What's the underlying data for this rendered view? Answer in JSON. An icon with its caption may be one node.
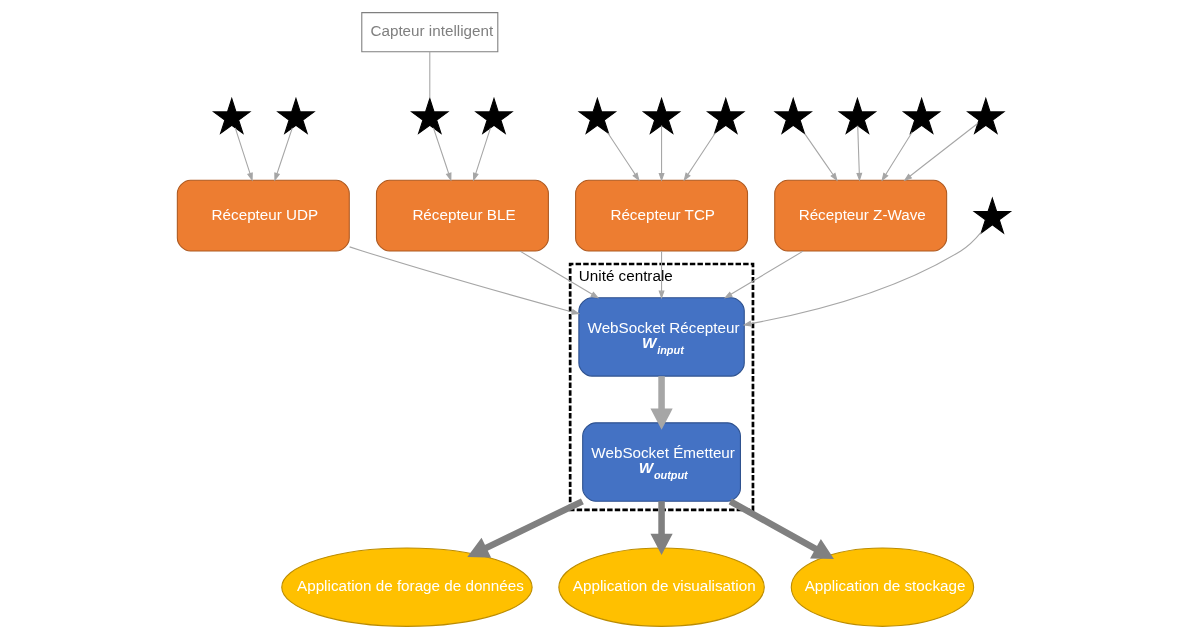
{
  "diagram": {
    "nodes": [
      {
        "text": [
          "Unité centrale"
        ]
      },
      {
        "text": [
          "WebSocket Récepteur",
          "W$_{input}$"
        ],
        "in": 0
      },
      {
        "text": [
          "WebSocket Émetteur",
          "W$_{output}$"
        ],
        "in": 0
      },
      {
        "text": [
          "Récepteur UDP"
        ]
      },
      {
        "text": [
          "Récepteur BLE"
        ]
      },
      {
        "text": [
          "Récepteur TCP"
        ]
      },
      {
        "text": [
          "Récepteur Z-Wave"
        ]
      },
      {
        "text": [
          "Capteur intelligent"
        ]
      },
      {
        "text": [],
        "shape": "star"
      },
      {
        "text": [],
        "shape": "star"
      },
      {
        "text": [],
        "shape": "star"
      },
      {
        "text": [],
        "shape": "star"
      },
      {
        "text": [],
        "shape": "star"
      },
      {
        "text": [],
        "shape": "star"
      },
      {
        "text": [],
        "shape": "star"
      },
      {
        "text": [],
        "shape": "star"
      },
      {
        "text": [],
        "shape": "star"
      },
      {
        "text": [],
        "shape": "star"
      },
      {
        "text": [],
        "shape": "star"
      },
      {
        "text": [],
        "shape": "star"
      },
      {
        "text": [
          "Application de forage de données"
        ]
      },
      {
        "text": [
          "Application de visualisation"
        ]
      },
      {
        "text": [
          "Application de stockage"
        ]
      }
    ],
    "edges": [
      {
        "from": 8,
        "to": 3,
        "arrow": "to"
      },
      {
        "from": 9,
        "to": 3,
        "arrow": "to"
      },
      {
        "from": 7,
        "to": 11,
        "arrow": "none"
      },
      {
        "from": 11,
        "to": 4,
        "arrow": "to"
      },
      {
        "from": 12,
        "to": 4,
        "arrow": "to"
      },
      {
        "from": 13,
        "to": 5,
        "arrow": "to"
      },
      {
        "from": 14,
        "to": 5,
        "arrow": "to"
      },
      {
        "from": 15,
        "to": 5,
        "arrow": "to"
      },
      {
        "from": 16,
        "to": 6,
        "arrow": "to"
      },
      {
        "from": 17,
        "to": 6,
        "arrow": "to"
      },
      {
        "from": 18,
        "to": 6,
        "arrow": "to"
      },
      {
        "from": 19,
        "to": 6,
        "arrow": "to"
      },
      {
        "from": 3,
        "to": 1,
        "arrow": "to"
      },
      {
        "from": 4,
        "to": 1,
        "arrow": "to"
      },
      {
        "from": 5,
        "to": 1,
        "arrow": "to"
      },
      {
        "from": 6,
        "to": 1,
        "arrow": "to"
      },
      {
        "from": 10,
        "to": 1,
        "arrow": "to"
      },
      {
        "from": 1,
        "to": 2,
        "arrow": "to",
        "style": "thick",
        "color": "#a6a6a6"
      },
      {
        "from": 2,
        "to": 20,
        "arrow": "to",
        "style": "thick",
        "color": "#808080"
      },
      {
        "from": 2,
        "to": 21,
        "arrow": "to",
        "style": "thick",
        "color": "#808080"
      },
      {
        "from": 2,
        "to": 22,
        "arrow": "to",
        "style": "thick",
        "color": "#808080"
      }
    ]
  }
}
